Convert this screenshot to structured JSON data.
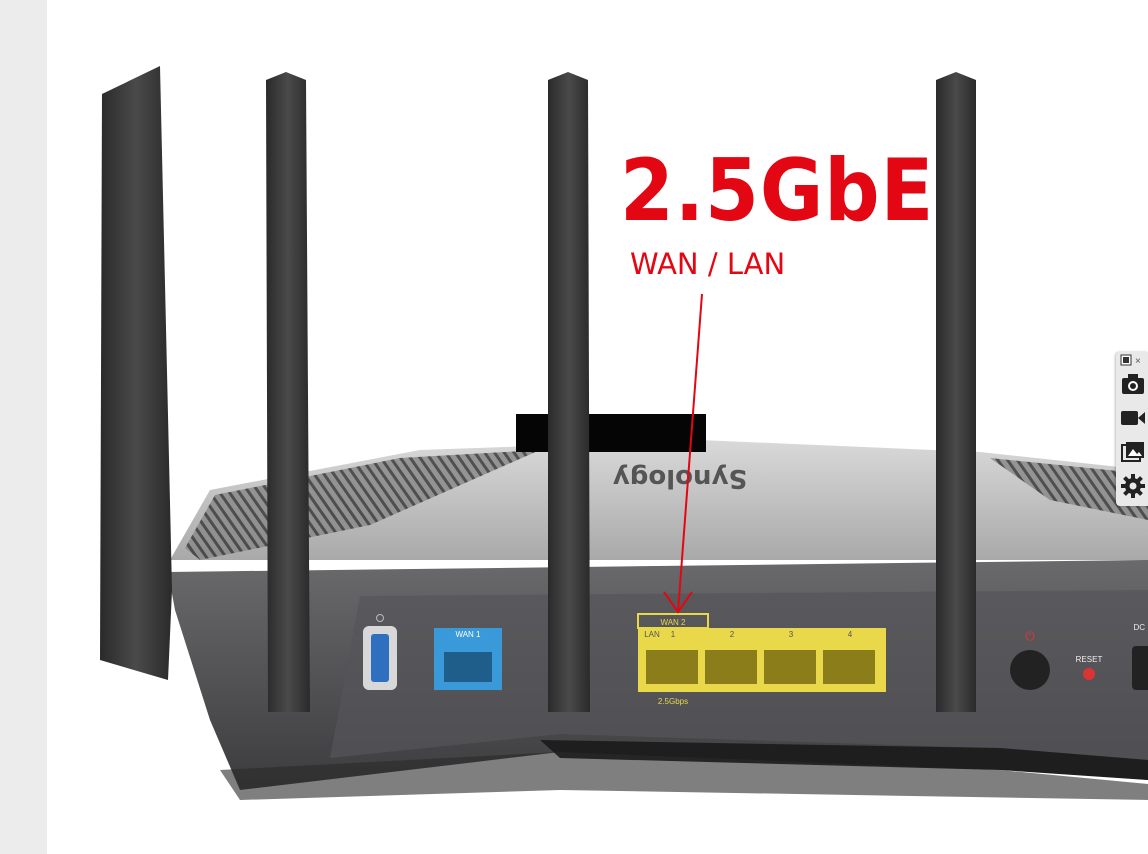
{
  "overlay": {
    "headline": "2.5GbE",
    "subline": "WAN / LAN"
  },
  "router": {
    "brand": "Synology",
    "ports": {
      "wan1_label": "WAN 1",
      "wan2_label": "WAN 2",
      "lan_label": "LAN",
      "lan_numbers": [
        "1",
        "2",
        "3",
        "4"
      ],
      "speed_label": "2.5Gbps",
      "reset_label": "RESET",
      "dc_label": "DC"
    }
  },
  "colors": {
    "accent_red": "#e30613",
    "lan_yellow": "#e8d84a",
    "wan_blue": "#3a9ad9",
    "router_dark": "#4a4a4c"
  },
  "side_toolbar": {
    "icons": [
      "pin-icon",
      "camera-icon",
      "video-icon",
      "gallery-icon",
      "gear-icon"
    ]
  }
}
